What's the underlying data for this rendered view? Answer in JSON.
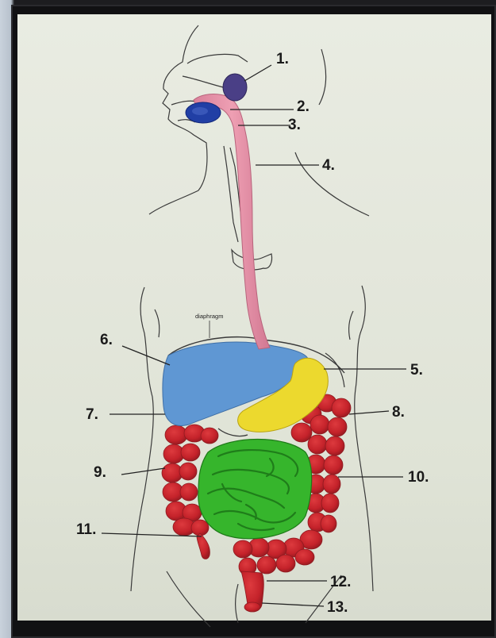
{
  "poster": {
    "diaphragm_label": "diaphragm",
    "labels": [
      "1.",
      "2.",
      "3.",
      "4.",
      "5.",
      "6.",
      "7.",
      "8.",
      "9.",
      "10.",
      "11.",
      "12.",
      "13."
    ]
  },
  "colors": {
    "wall": "#c9d2dc",
    "frame": "#111113",
    "paper": "#e6e9de",
    "esophagus_pink": "#e48fa6",
    "liver_blue": "#5f97d3",
    "stomach_yellow": "#ecd92e",
    "small_intestine_green": "#36b52c",
    "large_intestine_red": "#c7232b",
    "salivary_purple": "#4a3f86",
    "mouth_blue": "#213fa5"
  },
  "icons": {
    "photo": "clay-digestive-system-model-photo"
  }
}
